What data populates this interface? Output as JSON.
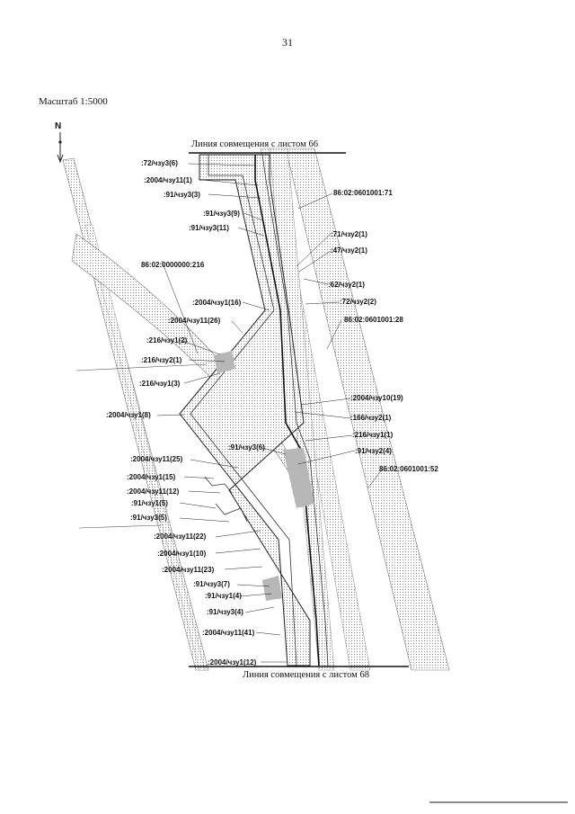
{
  "page_number": "31",
  "scale": "Масштаб 1:5000",
  "north_symbol": "N",
  "match_line_top": "Линия совмещения с листом 66",
  "match_line_bottom": "Линия совмещения с листом 68",
  "labels": [
    ":72/чзу3(6)",
    ":2004/чзу11(1)",
    ":91/чзу3(3)",
    "86:02:0601001:71",
    ":91/чзу3(9)",
    ":91/чзу3(11)",
    ":71/чзу2(1)",
    ":47/чзу2(1)",
    "86:02:0000000:216",
    ":62/чзу2(1)",
    ":72/чзу2(2)",
    ":2004/чзу1(16)",
    ":2004/чзу11(26)",
    "86:02:0601001:28",
    ":216/чзу1(2)",
    ":216/чзу2(1)",
    ":216/чзу1(3)",
    ":2004/чзу10(19)",
    ":2004/чзу1(8)",
    ":166/чзу2(1)",
    ":216/чзу1(1)",
    ":91/чзу3(6)",
    ":91/чзу2(4)",
    ":2004/чзу11(25)",
    "86:02:0601001:52",
    ":2004/чзу1(15)",
    ":2004/чзу11(12)",
    ":91/чзу1(5)",
    ":91/чзу3(5)",
    ":2004/чзу11(22)",
    ":2004/чзу1(10)",
    ":2004/чзу11(23)",
    ":91/чзу3(7)",
    ":91/чзу1(4)",
    ":91/чзу3(4)",
    ":2004/чзу11(41)",
    ":2004/чзу1(12)"
  ]
}
